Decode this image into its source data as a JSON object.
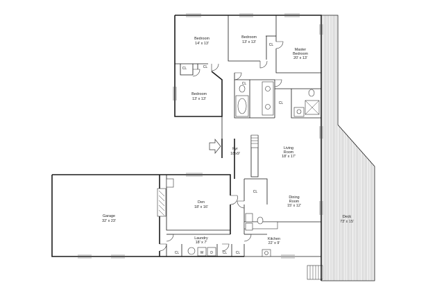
{
  "rooms": {
    "bedroom_1": {
      "name": "Bedroom",
      "size": "14' x 13'"
    },
    "bedroom_2": {
      "name": "Bedroom",
      "size": "13' x 13'"
    },
    "master_bedroom": {
      "name_line1": "Master",
      "name_line2": "Bedroom",
      "size": "20' x 13'"
    },
    "bedroom_3": {
      "name": "Bedroom",
      "size": "13' x 13'"
    },
    "foyer": {
      "name": "Fyr",
      "size": "18'x9'"
    },
    "living_room": {
      "name_line1": "Living",
      "name_line2": "Room",
      "size": "18' x 17'"
    },
    "dining_room": {
      "name_line1": "Dining",
      "name_line2": "Room",
      "size": "15' x 12'"
    },
    "den": {
      "name": "Den",
      "size": "18' x 16'"
    },
    "garage": {
      "name": "Garage",
      "size": "32' x 23'"
    },
    "laundry": {
      "name": "Laundry",
      "size": "18' x 7'"
    },
    "kitchen": {
      "name": "Kitchen",
      "size": "22' x 9'"
    },
    "deck": {
      "name": "Deck",
      "size": "73' x 15'"
    }
  },
  "closet_label": "CL",
  "appliance_labels": {
    "washer": "W",
    "dryer": "D"
  }
}
